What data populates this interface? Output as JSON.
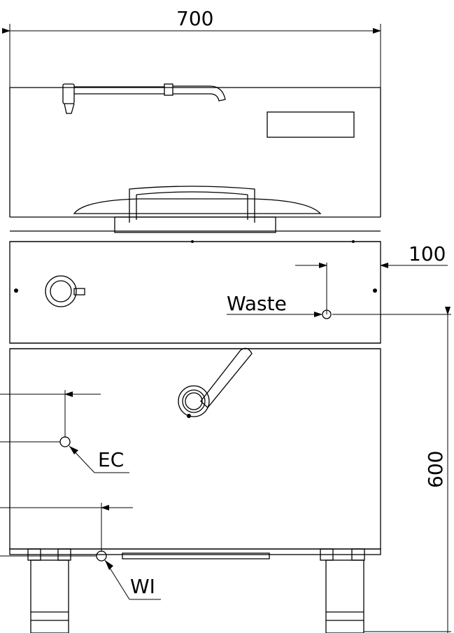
{
  "dimensions": {
    "width_label": "700",
    "side_offset_label": "100",
    "height_label": "600"
  },
  "connections": {
    "waste_label": "Waste",
    "ec_label": "EC",
    "wi_label": "WI"
  },
  "colors": {
    "stroke": "#000000",
    "background": "#ffffff"
  }
}
